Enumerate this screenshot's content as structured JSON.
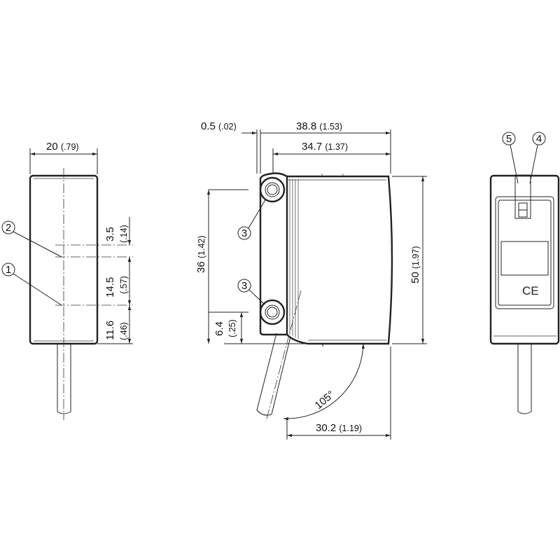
{
  "dimensions": {
    "width_20": {
      "value": "20",
      "inch": "(.79)"
    },
    "d_05": {
      "value": "0.5",
      "inch": "(.02)"
    },
    "d_388": {
      "value": "38.8",
      "inch": "(1.53)"
    },
    "d_347": {
      "value": "34.7",
      "inch": "(1.37)"
    },
    "d_36": {
      "value": "36",
      "inch": "(1.42)"
    },
    "d_64": {
      "value": "6.4",
      "inch": "(.25)"
    },
    "d_50": {
      "value": "50",
      "inch": "(1.97)"
    },
    "d_302": {
      "value": "30.2",
      "inch": "(1.19)"
    },
    "d_35": {
      "value": "3.5",
      "inch": "(.14)"
    },
    "d_145": {
      "value": "14.5",
      "inch": "(.57)"
    },
    "d_116": {
      "value": "11.6",
      "inch": "(.46)"
    },
    "angle": "105°"
  },
  "callouts": {
    "c1": "1",
    "c2": "2",
    "c3a": "3",
    "c3b": "3",
    "c4": "4",
    "c5": "5"
  },
  "mark": "CE",
  "colors": {
    "line": "#222222",
    "background": "#ffffff"
  }
}
